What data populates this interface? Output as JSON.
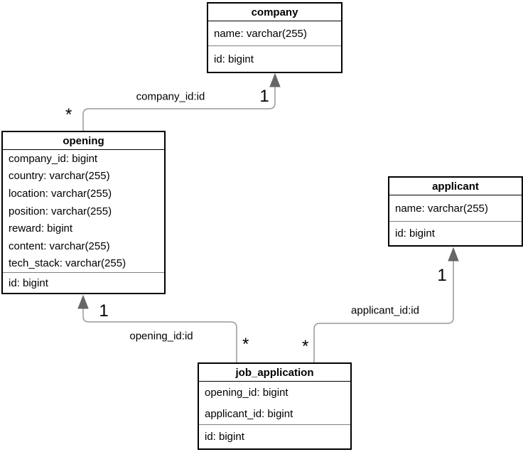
{
  "diagram": {
    "entities": {
      "company": {
        "title": "company",
        "attributes": [
          "name: varchar(255)"
        ],
        "primary_key": "id: bigint"
      },
      "opening": {
        "title": "opening",
        "attributes": [
          "company_id: bigint",
          "country: varchar(255)",
          "location: varchar(255)",
          "position: varchar(255)",
          "reward: bigint",
          "content: varchar(255)",
          "tech_stack: varchar(255)"
        ],
        "primary_key": "id: bigint"
      },
      "applicant": {
        "title": "applicant",
        "attributes": [
          "name: varchar(255)"
        ],
        "primary_key": "id: bigint"
      },
      "job_application": {
        "title": "job_application",
        "attributes": [
          "opening_id: bigint",
          "applicant_id: bigint"
        ],
        "primary_key": "id: bigint"
      }
    },
    "relationships": [
      {
        "label": "company_id:id",
        "from": "opening",
        "to": "company",
        "from_cardinality": "*",
        "to_cardinality": "1"
      },
      {
        "label": "opening_id:id",
        "from": "job_application",
        "to": "opening",
        "from_cardinality": "*",
        "to_cardinality": "1"
      },
      {
        "label": "applicant_id:id",
        "from": "job_application",
        "to": "applicant",
        "from_cardinality": "*",
        "to_cardinality": "1"
      }
    ],
    "colors": {
      "border": "#000000",
      "separator": "#808080",
      "connector": "#999999",
      "arrowhead": "#666666",
      "background": "#ffffff",
      "text": "#000000"
    }
  }
}
